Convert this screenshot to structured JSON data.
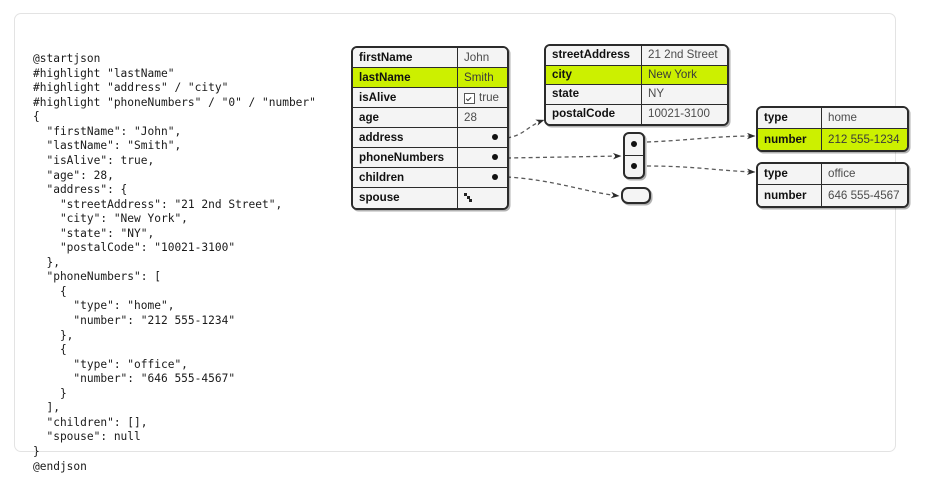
{
  "source_code": "@startjson\n#highlight \"lastName\"\n#highlight \"address\" / \"city\"\n#highlight \"phoneNumbers\" / \"0\" / \"number\"\n{\n  \"firstName\": \"John\",\n  \"lastName\": \"Smith\",\n  \"isAlive\": true,\n  \"age\": 28,\n  \"address\": {\n    \"streetAddress\": \"21 2nd Street\",\n    \"city\": \"New York\",\n    \"state\": \"NY\",\n    \"postalCode\": \"10021-3100\"\n  },\n  \"phoneNumbers\": [\n    {\n      \"type\": \"home\",\n      \"number\": \"212 555-1234\"\n    },\n    {\n      \"type\": \"office\",\n      \"number\": \"646 555-4567\"\n    }\n  ],\n  \"children\": [],\n  \"spouse\": null\n}\n@endjson",
  "colors": {
    "highlight": "#ccf000",
    "cell_background": "#f4f4f4",
    "border": "#2b2b2b",
    "value_text": "#4c4c4c"
  },
  "root_object": {
    "rows": [
      {
        "key": "firstName",
        "value": "John",
        "highlight": false,
        "kind": "text"
      },
      {
        "key": "lastName",
        "value": "Smith",
        "highlight": true,
        "kind": "text"
      },
      {
        "key": "isAlive",
        "value": "true",
        "highlight": false,
        "kind": "bool"
      },
      {
        "key": "age",
        "value": "28",
        "highlight": false,
        "kind": "text"
      },
      {
        "key": "address",
        "value": "",
        "highlight": false,
        "kind": "ref"
      },
      {
        "key": "phoneNumbers",
        "value": "",
        "highlight": false,
        "kind": "ref"
      },
      {
        "key": "children",
        "value": "",
        "highlight": false,
        "kind": "ref"
      },
      {
        "key": "spouse",
        "value": "",
        "highlight": false,
        "kind": "null"
      }
    ]
  },
  "address_object": {
    "rows": [
      {
        "key": "streetAddress",
        "value": "21 2nd Street",
        "highlight": false,
        "kind": "text"
      },
      {
        "key": "city",
        "value": "New York",
        "highlight": true,
        "kind": "text"
      },
      {
        "key": "state",
        "value": "NY",
        "highlight": false,
        "kind": "text"
      },
      {
        "key": "postalCode",
        "value": "10021-3100",
        "highlight": false,
        "kind": "text"
      }
    ]
  },
  "phone_home": {
    "rows": [
      {
        "key": "type",
        "value": "home",
        "highlight": false,
        "kind": "text"
      },
      {
        "key": "number",
        "value": "212 555-1234",
        "highlight": true,
        "kind": "text"
      }
    ]
  },
  "phone_office": {
    "rows": [
      {
        "key": "type",
        "value": "office",
        "highlight": false,
        "kind": "text"
      },
      {
        "key": "number",
        "value": "646 555-4567",
        "highlight": false,
        "kind": "text"
      }
    ]
  },
  "array_node": {
    "slots": [
      "ref",
      "ref"
    ]
  },
  "empty_node": {
    "label": ""
  }
}
